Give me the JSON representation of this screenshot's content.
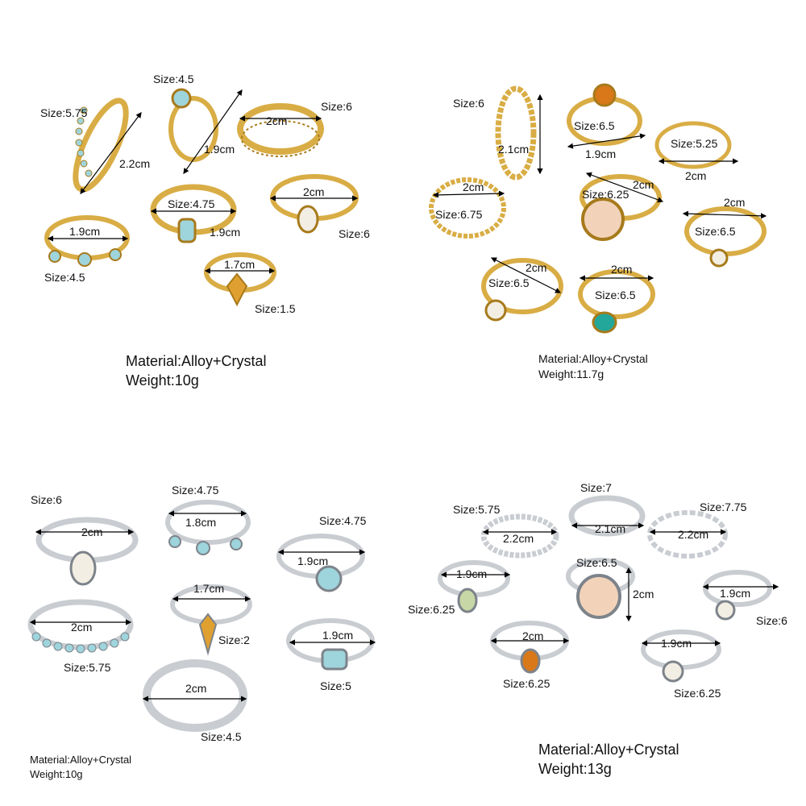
{
  "panels": {
    "tl": {
      "labels": {
        "a": "Size:5.75",
        "b": "2.2cm",
        "c": "Size:4.5",
        "d": "1.9cm",
        "e": "2cm",
        "f": "Size:6",
        "g": "Size:4.75",
        "h": "1.9cm",
        "i": "2cm",
        "j": "Size:6",
        "k": "1.9cm",
        "l": "Size:4.5",
        "m": "1.7cm",
        "n": "Size:1.5"
      },
      "material": "Material:Alloy+Crystal",
      "weight": "Weight:10g"
    },
    "tr": {
      "labels": {
        "a": "Size:6",
        "b": "2.1cm",
        "c": "Size:6.5",
        "d": "1.9cm",
        "e": "Size:5.25",
        "f": "2cm",
        "g": "2cm",
        "h": "Size:6.75",
        "i": "2cm",
        "j": "Size:6.25",
        "k": "2cm",
        "l": "Size:6.5",
        "m": "2cm",
        "n": "Size:6.5",
        "o": "2cm",
        "p": "Size:6.5"
      },
      "material": "Material:Alloy+Crystal",
      "weight": "Weight:11.7g"
    },
    "bl": {
      "labels": {
        "a": "Size:6",
        "b": "2cm",
        "c": "Size:4.75",
        "d": "1.8cm",
        "e": "Size:4.75",
        "f": "1.9cm",
        "g": "2cm",
        "h": "Size:5.75",
        "i": "1.7cm",
        "j": "Size:2",
        "k": "1.9cm",
        "l": "Size:5",
        "m": "2cm",
        "n": "Size:4.5"
      },
      "material": "Material:Alloy+Crystal",
      "weight": "Weight:10g"
    },
    "br": {
      "labels": {
        "a": "Size:5.75",
        "b": "2.2cm",
        "c": "Size:7",
        "d": "2.1cm",
        "e": "Size:7.75",
        "f": "2.2cm",
        "g": "1.9cm",
        "h": "Size:6.25",
        "i": "Size:6.5",
        "j": "2cm",
        "k": "1.9cm",
        "l": "Size:6",
        "m": "2cm",
        "n": "Size:6.25",
        "o": "1.9cm",
        "p": "Size:6.25"
      },
      "material": "Material:Alloy+Crystal",
      "weight": "Weight:13g"
    }
  },
  "colors": {
    "gold": "#d9ad45",
    "gold_dark": "#a77a1c",
    "silver": "#c9cdd2",
    "silver_dark": "#7d838a",
    "opal": "#9ed4dc",
    "moonstone": "#f3eee3",
    "amber": "#d87818",
    "turquoise": "#22a79a",
    "peach": "#f2d3ba",
    "citrine": "#e0a030",
    "sage": "#c8d7a6"
  },
  "icons": [
    "gold-ring-icon",
    "silver-ring-icon",
    "measure-arrow-icon"
  ]
}
